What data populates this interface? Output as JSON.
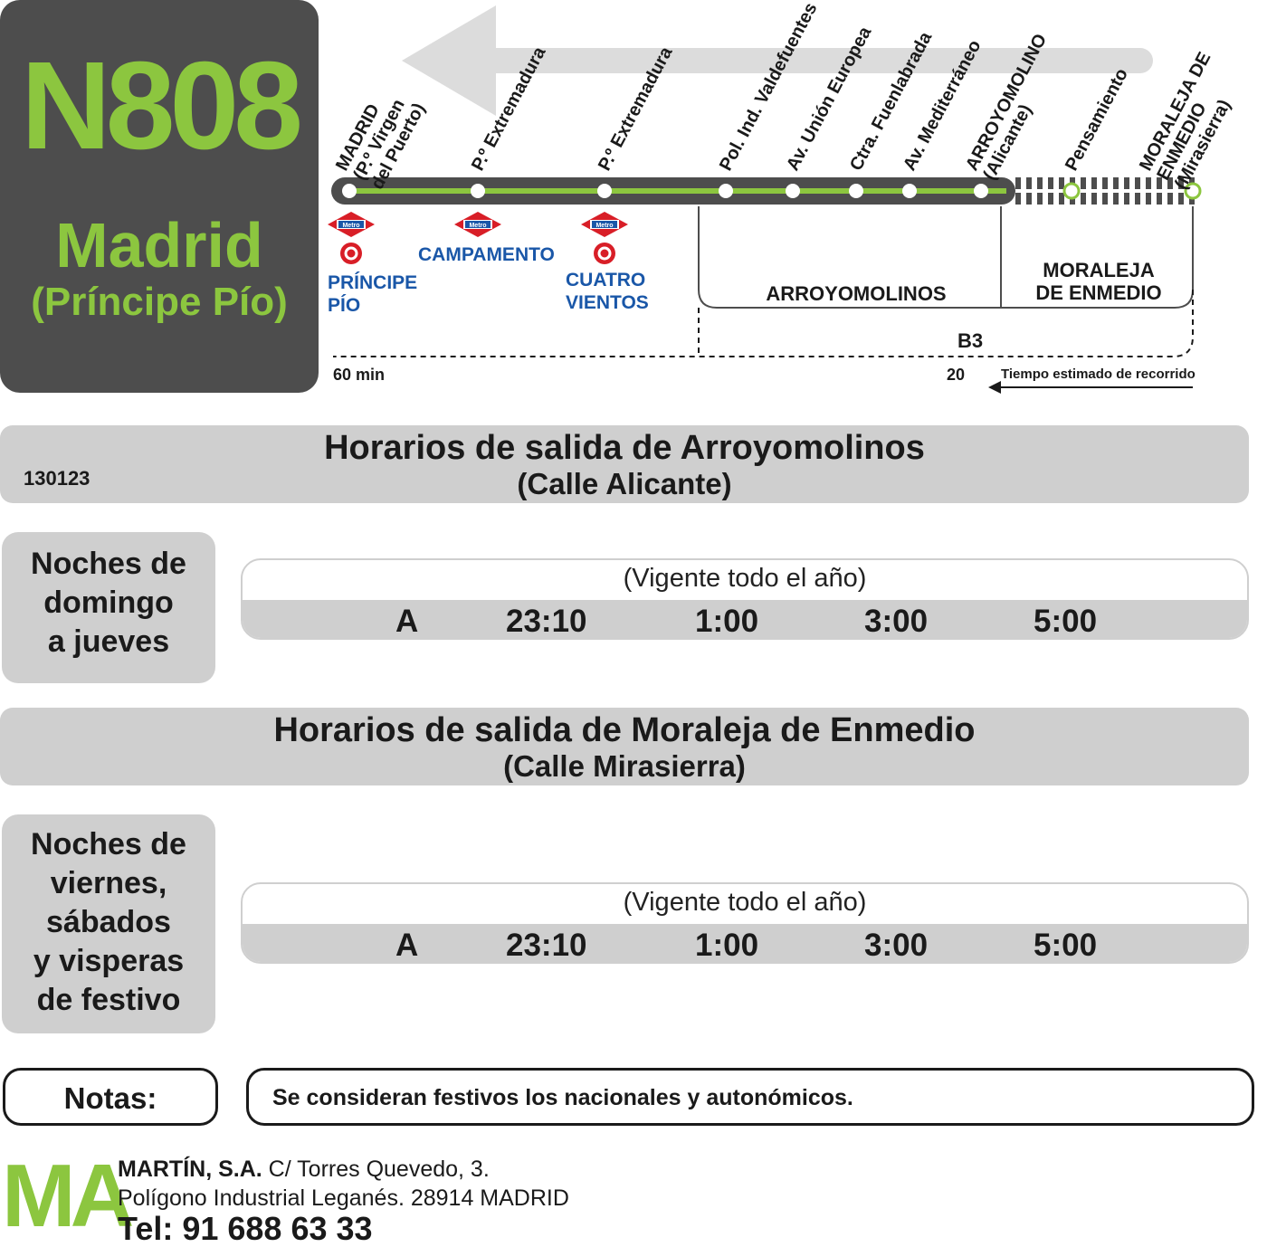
{
  "route": {
    "number": "N808",
    "destination": "Madrid",
    "destination_sub": "(Príncipe Pío)"
  },
  "diagram": {
    "stops": [
      {
        "line1": "MADRID",
        "line2": "(P.º Virgen",
        "line3": "del Puerto)"
      },
      {
        "line1": "P.º Extremadura"
      },
      {
        "line1": "P.º Extremadura"
      },
      {
        "line1": "Pol. Ind. Valdefuentes"
      },
      {
        "line1": "Av. Unión Europea"
      },
      {
        "line1": "Ctra. Fuenlabrada"
      },
      {
        "line1": "Av. Mediterráneo"
      },
      {
        "line1": "ARROYOMOLINO",
        "line2": "(Alicante)"
      },
      {
        "line1": "Pensamiento"
      },
      {
        "line1": "MORALEJA DE",
        "line2": "ENMEDIO",
        "line3": "(Mirasierra)"
      }
    ],
    "metro": [
      {
        "badge": "Metro",
        "name1": "PRÍNCIPE",
        "name2": "PÍO"
      },
      {
        "badge": "Metro",
        "name1": "CAMPAMENTO",
        "name2": ""
      },
      {
        "badge": "Metro",
        "name1": "CUATRO",
        "name2": "VIENTOS"
      }
    ],
    "zones": {
      "arroyomolinos": "ARROYOMOLINOS",
      "moraleja_1": "MORALEJA",
      "moraleja_2": "DE ENMEDIO",
      "fare_zone": "B3"
    },
    "times": {
      "total": "60 min",
      "partial": "20",
      "legend": "Tiempo estimado de recorrido"
    },
    "colors": {
      "line": "#8cc63f",
      "track": "#4d4d4d",
      "metro": "#d81e27",
      "metro_text": "#1a57a8"
    }
  },
  "section1": {
    "title": "Horarios de salida de Arroyomolinos",
    "subtitle": "(Calle Alicante)",
    "code": "130123"
  },
  "block1": {
    "day_lines": [
      "Noches de",
      "domingo",
      "a jueves"
    ],
    "validity": "(Vigente todo el año)",
    "row": [
      "A",
      "23:10",
      "1:00",
      "3:00",
      "5:00"
    ]
  },
  "section2": {
    "title": "Horarios de salida de Moraleja de Enmedio",
    "subtitle": "(Calle Mirasierra)"
  },
  "block2": {
    "day_lines": [
      "Noches de",
      "viernes,",
      "sábados",
      "y visperas",
      "de festivo"
    ],
    "validity": "(Vigente todo el año)",
    "row": [
      "A",
      "23:10",
      "1:00",
      "3:00",
      "5:00"
    ]
  },
  "notes": {
    "label": "Notas:",
    "text": "Se consideran festivos los nacionales y autonómicos."
  },
  "footer": {
    "logo": "MA",
    "company": "MARTÍN, S.A.",
    "address1": " C/ Torres Quevedo, 3.",
    "address2": "Polígono Industrial Leganés. 28914 MADRID",
    "phone": "Tel: 91 688 63 33"
  }
}
